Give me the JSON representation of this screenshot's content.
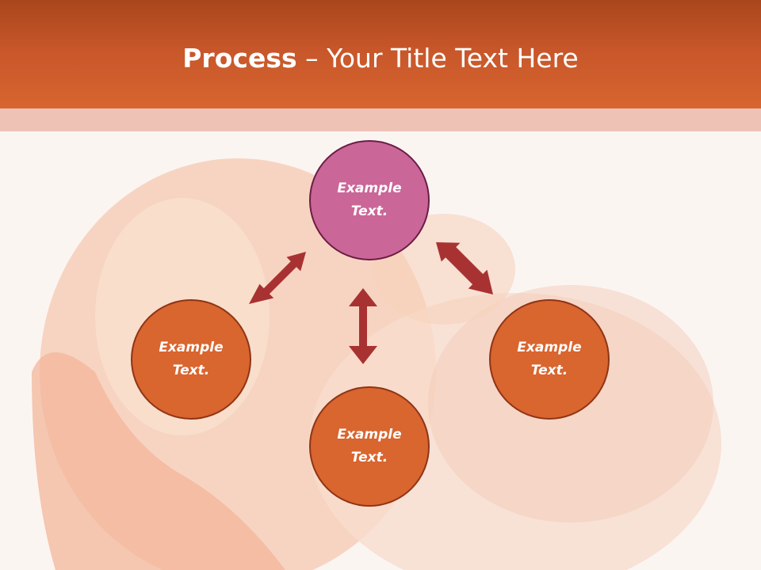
{
  "title": {
    "bold": "Process",
    "separator": " – ",
    "rest": "Your Title Text Here"
  },
  "nodes": [
    {
      "line1": "Example",
      "line2": "Text.",
      "color": "#cb6699"
    },
    {
      "line1": "Example",
      "line2": "Text.",
      "color": "#d9652f"
    },
    {
      "line1": "Example",
      "line2": "Text.",
      "color": "#d9652f"
    },
    {
      "line1": "Example",
      "line2": "Text.",
      "color": "#d9652f"
    }
  ],
  "colors": {
    "header": "#c7562a",
    "stripe": "#efc2b6",
    "arrow": "#a83232",
    "background": "#fbf5f2"
  }
}
